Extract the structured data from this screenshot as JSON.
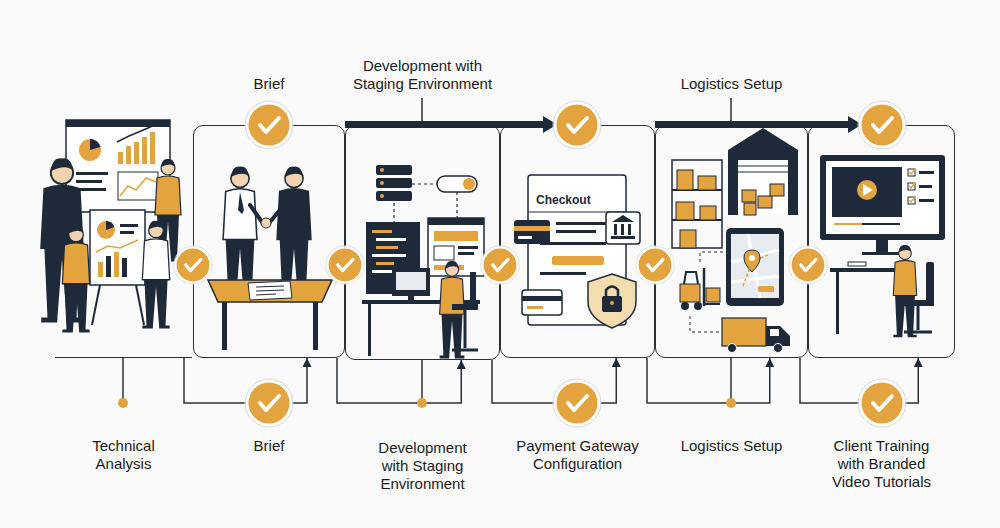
{
  "diagram": {
    "nodes": [
      {
        "text": [
          "Technical Analysis"
        ]
      },
      {
        "text": [
          "Brief",
          "Brief"
        ]
      },
      {
        "text": [
          "Development with Staging Environment",
          "Development with Staging Environment"
        ]
      },
      {
        "text": [
          "Payment Gateway Configuration"
        ]
      },
      {
        "text": [
          "Logistics Setup",
          "Logistics Setup"
        ]
      },
      {
        "text": [
          "Client Training with Branded Video Tutorials"
        ]
      }
    ],
    "edges": [
      {
        "from": 0,
        "to": 1,
        "arrow": "to"
      },
      {
        "from": 1,
        "to": 2,
        "arrow": "to"
      },
      {
        "from": 2,
        "to": 3,
        "arrow": "to"
      },
      {
        "from": 3,
        "to": 4,
        "arrow": "to"
      },
      {
        "from": 4,
        "to": 5,
        "arrow": "to"
      }
    ],
    "labels": [
      "Checkout"
    ]
  }
}
